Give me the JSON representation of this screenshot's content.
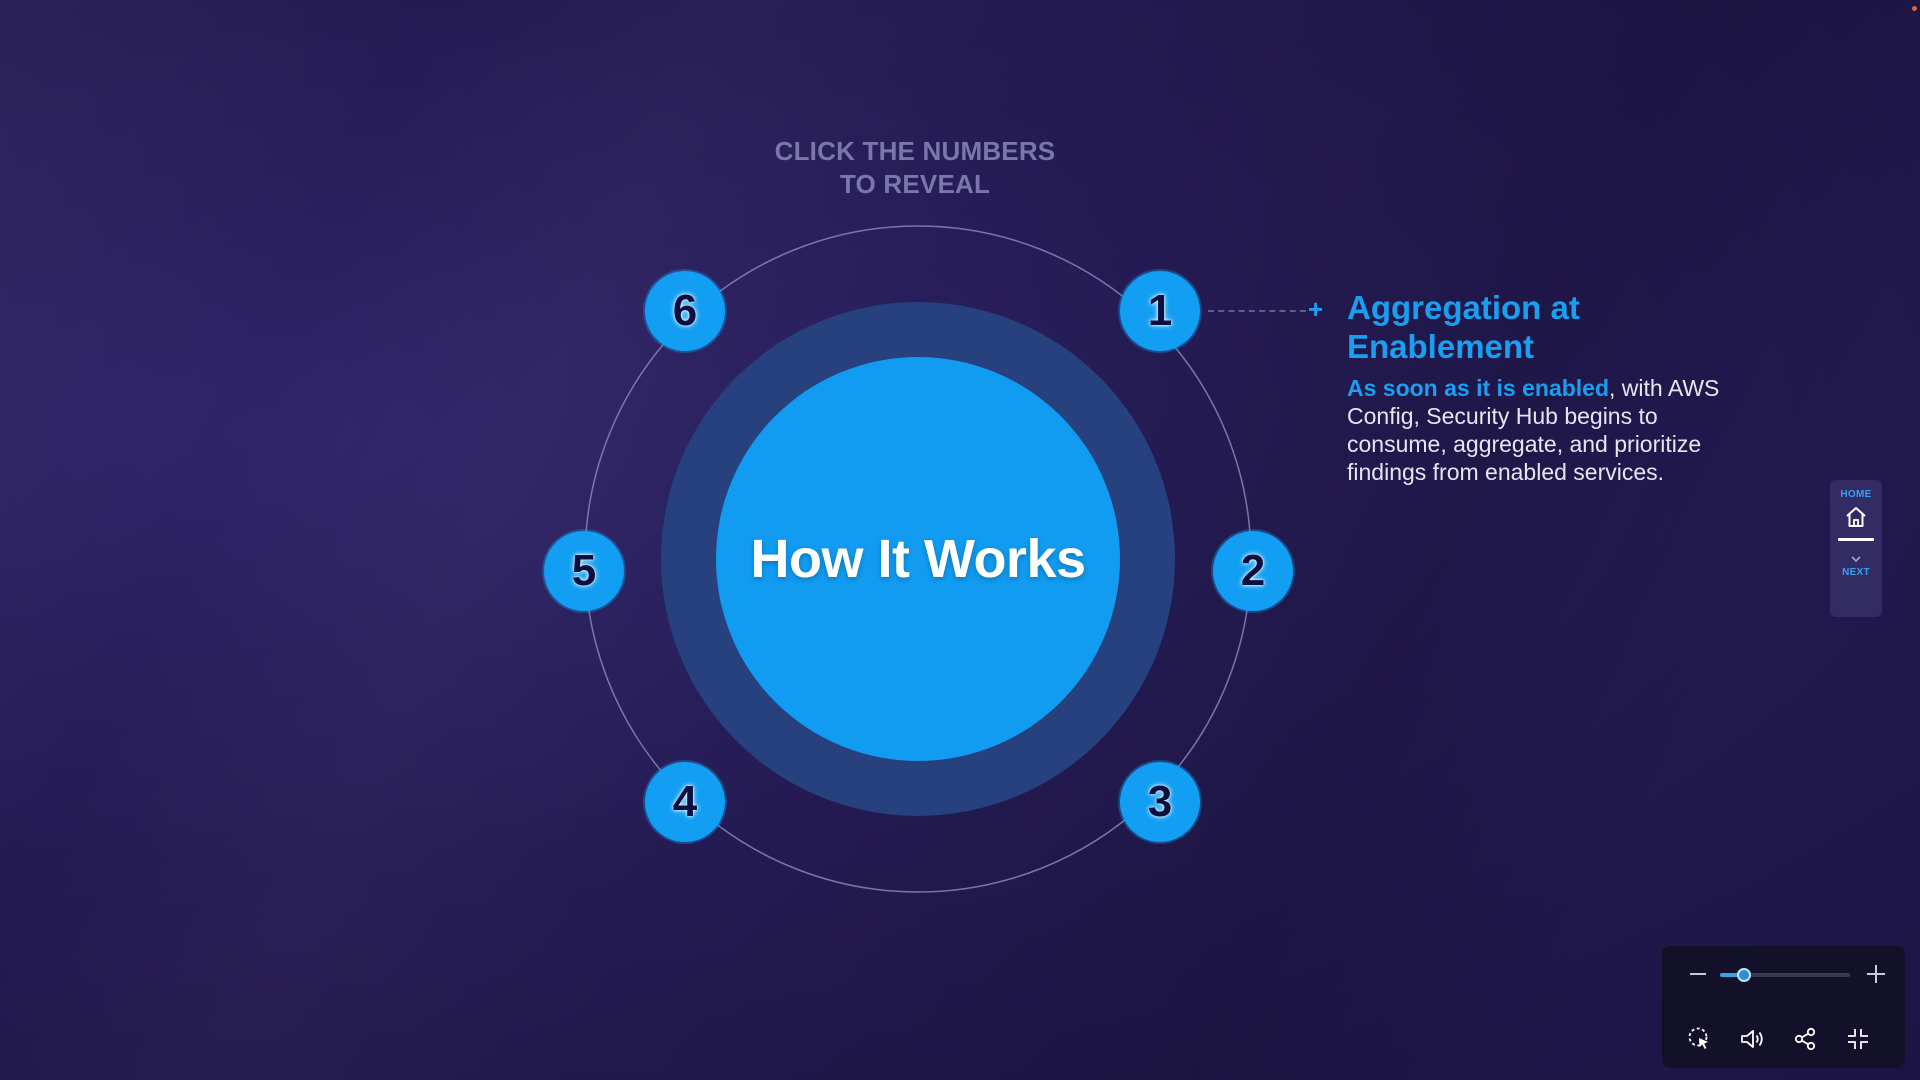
{
  "prompt": {
    "line1": "CLICK THE NUMBERS",
    "line2": "TO REVEAL"
  },
  "center": {
    "title": "How It Works"
  },
  "numbers": [
    "1",
    "2",
    "3",
    "4",
    "5",
    "6"
  ],
  "active_item": {
    "number": "1",
    "title": "Aggregation at Enablement",
    "highlight": "As soon as it is enabled",
    "body": ", with AWS Config, Security Hub begins to consume, aggregate, and prioritize findings from enabled services."
  },
  "side_nav": {
    "home_label": "HOME",
    "home_icon": "home-icon",
    "next_label": "NEXT",
    "next_icon": "chevron-down-icon"
  },
  "player": {
    "zoom_level": 0.15,
    "controls": [
      "zoom-out-icon",
      "zoom-in-icon",
      "cursor-select-icon",
      "volume-icon",
      "share-icon",
      "exit-fullscreen-icon"
    ]
  },
  "colors": {
    "background": "#251b55",
    "accent": "#129ef2",
    "halo": "#27407e",
    "prompt_text": "#7a77ad",
    "number_text": "#0c0f3f"
  }
}
